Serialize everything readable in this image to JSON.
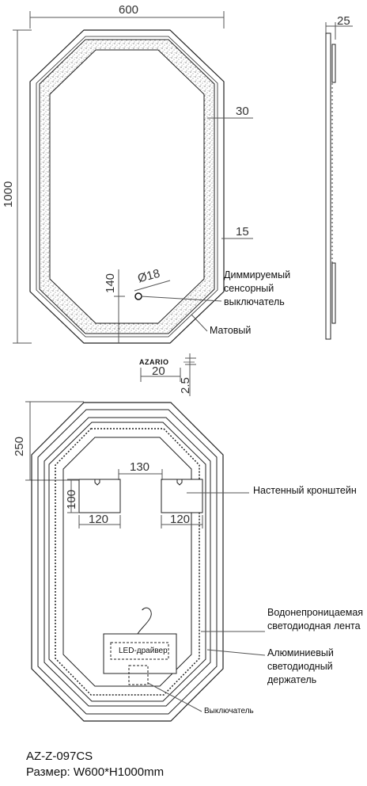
{
  "top_view": {
    "dim_width": "600",
    "dim_height": "1000",
    "dim_frame": "30",
    "dim_gap": "15",
    "dim_switch_offset": "140",
    "dim_switch_diameter": "Ø18",
    "logo": "AZARIO",
    "dim_logo_width": "20",
    "dim_logo_height": "2.5",
    "label_dimmer": [
      "Диммируемый",
      "сенсорный",
      "выключатель"
    ],
    "label_matte": "Матовый"
  },
  "side_view": {
    "dim_depth": "25"
  },
  "back_view": {
    "dim_bracket_offset": "250",
    "dim_bracket_spacing": "130",
    "dim_bracket_height": "100",
    "dim_bracket_left_width": "120",
    "dim_bracket_right_width": "120",
    "label_bracket": "Настенный кронштейн",
    "label_led_strip": [
      "Водонепроницаемая",
      "светодиодная лента"
    ],
    "label_aluminum": [
      "Алюминиевый",
      "светодиодный",
      "держатель"
    ],
    "label_driver": "LED-драйвер",
    "label_switch": "Выключатель"
  },
  "footer": {
    "model": "AZ-Z-097CS",
    "size": "Размер: W600*H1000mm"
  }
}
